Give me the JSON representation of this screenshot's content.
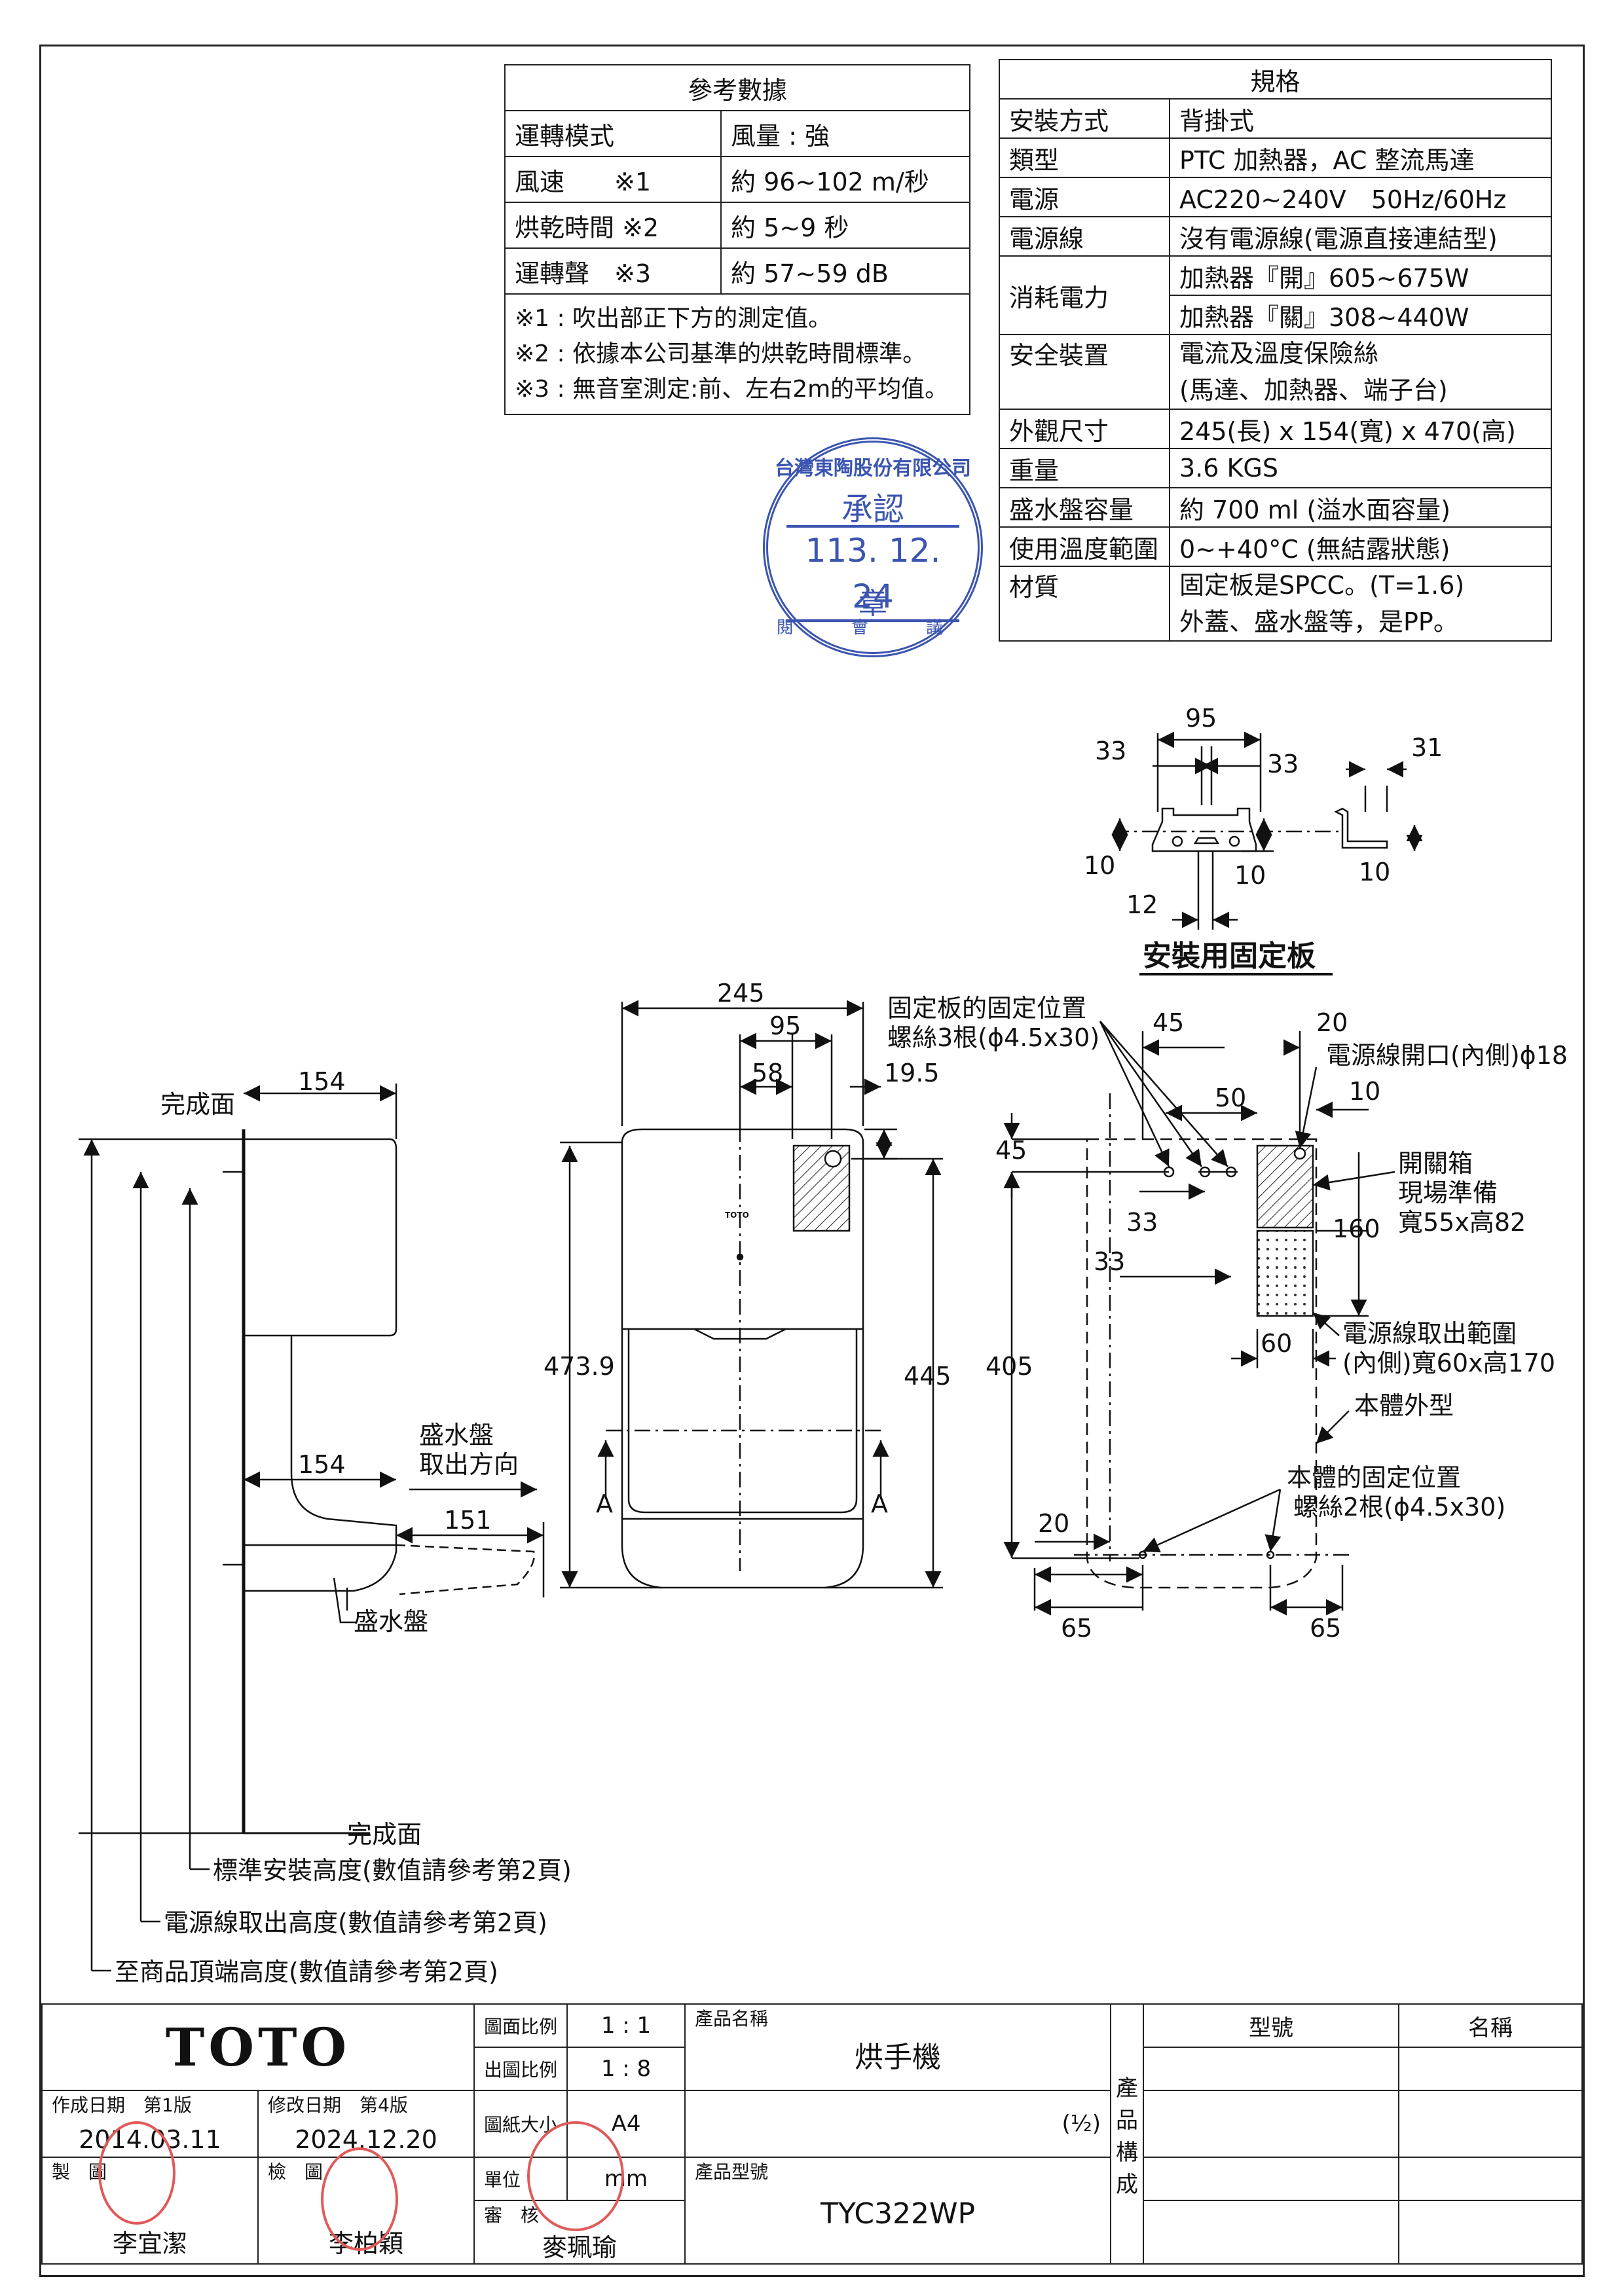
{
  "reference_table": {
    "title": "參考數據",
    "rows": [
      {
        "label": "運轉模式",
        "value": "風量 : 強"
      },
      {
        "label": "風速　　※1",
        "value": "約 96~102 m/秒"
      },
      {
        "label": "烘乾時間 ※2",
        "value": "約 5~9 秒"
      },
      {
        "label": "運轉聲　※3",
        "value": "約 57~59 dB"
      }
    ],
    "notes": [
      "※1 : 吹出部正下方的測定值。",
      "※2 : 依據本公司基準的烘乾時間標準。",
      "※3 : 無音室測定:前、左右2m的平均值。"
    ]
  },
  "spec_table": {
    "title": "規格",
    "rows": [
      {
        "label": "安裝方式",
        "values": [
          "背掛式"
        ]
      },
      {
        "label": "類型",
        "values": [
          "PTC 加熱器，AC 整流馬達"
        ]
      },
      {
        "label": "電源",
        "values": [
          "AC220~240V　50Hz/60Hz"
        ]
      },
      {
        "label": "電源線",
        "values": [
          "沒有電源線(電源直接連結型)"
        ]
      },
      {
        "label": "消耗電力",
        "values": [
          "加熱器『開』605~675W",
          "加熱器『關』308~440W"
        ]
      },
      {
        "label": "安全裝置",
        "values": [
          "電流及溫度保險絲",
          "(馬達、加熱器、端子台)"
        ]
      },
      {
        "label": "外觀尺寸",
        "values": [
          "245(長) x 154(寬) x 470(高)"
        ]
      },
      {
        "label": "重量",
        "values": [
          "3.6 KGS"
        ]
      },
      {
        "label": "盛水盤容量",
        "values": [
          "約 700 ml (溢水面容量)"
        ]
      },
      {
        "label": "使用溫度範圍",
        "values": [
          "0~+40°C (無結露狀態)"
        ]
      },
      {
        "label": "材質",
        "values": [
          "固定板是SPCC。(T=1.6)",
          "外蓋、盛水盤等，是PP。"
        ]
      }
    ]
  },
  "approval_stamp": {
    "ring_text": "台灣東陶股份有限公司",
    "top": "承認",
    "date": "113. 12. 24",
    "seal": "章",
    "bottom": "閱 會 議"
  },
  "bracket_view": {
    "title": "安裝用固定板",
    "dims": [
      "95",
      "33",
      "33",
      "31",
      "10",
      "10",
      "10",
      "12"
    ]
  },
  "side_view": {
    "labels": {
      "finish_top": "完成面",
      "finish_bottom": "完成面",
      "tray_dir": [
        "盛水盤",
        "取出方向"
      ],
      "tray": "盛水盤",
      "std_height": "標準安裝高度(數值請參考第2頁)",
      "cable_height": "電源線取出高度(數值請參考第2頁)",
      "top_height": "至商品頂端高度(數值請參考第2頁)"
    },
    "dims": [
      "154",
      "154",
      "151"
    ]
  },
  "front_view": {
    "logo": "TOTO",
    "dims": [
      "245",
      "95",
      "58",
      "19.5",
      "473.9",
      "445"
    ],
    "section_mark": "A"
  },
  "back_view": {
    "labels": {
      "bracket_pos": [
        "固定板的固定位置",
        "螺絲3根(ϕ4.5x30)"
      ],
      "cable_hole": "電源線開口(內側)ϕ18",
      "switch_box": [
        "開關箱",
        "現場準備",
        "寬55x高82"
      ],
      "cable_range": [
        "電源線取出範圍",
        "(內側)寬60x高170"
      ],
      "body_outline": "本體外型",
      "body_fix": [
        "本體的固定位置",
        "螺絲2根(ϕ4.5x30)"
      ]
    },
    "dims": [
      "45",
      "20",
      "10",
      "50",
      "45",
      "33",
      "33",
      "160",
      "60",
      "405",
      "20",
      "65",
      "65"
    ]
  },
  "title_block": {
    "brand": "TOTO",
    "scale_label": "圖面比例",
    "scale_value": "1 : 1",
    "print_scale_label": "出圖比例",
    "print_scale_value": "1 : 8",
    "paper_label": "圖紙大小",
    "paper_value": "A4",
    "unit_label": "單位",
    "unit_value": "mm",
    "created_label": "作成日期",
    "created_version": "第1版",
    "created_date": "2014.03.11",
    "modified_label": "修改日期",
    "modified_version": "第4版",
    "modified_date": "2024.12.20",
    "drawn_label": "製　圖",
    "drawn_by": "李宜潔",
    "checked_label": "檢　圖",
    "checked_by": "李柏穎",
    "reviewed_label": "審　核",
    "reviewed_by": "麥珮瑜",
    "product_name_label": "產品名稱",
    "product_name": "烘手機",
    "page": "(½)",
    "product_model_label": "產品型號",
    "product_model": "TYC322WP",
    "composition_label": "產品構成",
    "model_col": "型號",
    "name_col": "名稱"
  }
}
